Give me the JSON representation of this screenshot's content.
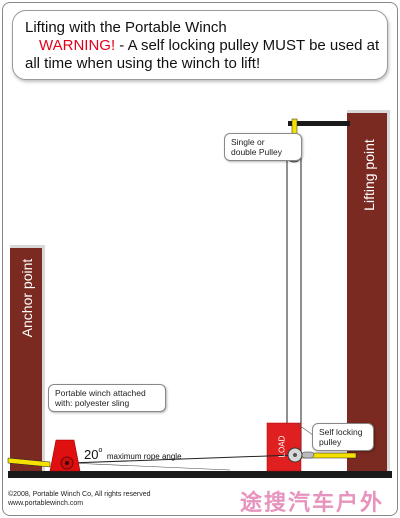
{
  "title": {
    "line1": "Lifting with the Portable Winch",
    "warning": "WARNING!",
    "line2_rest": " - A self locking pulley MUST be used at",
    "line3": "all time when using the winch to lift!"
  },
  "labels": {
    "anchor_point": "Anchor point",
    "lifting_point": "Lifting point",
    "pulley_note_1": "Single or",
    "pulley_note_2": "double Pulley",
    "winch_note_1": "Portable winch attached",
    "winch_note_2": "with: polyester sling",
    "self_locking_1": "Self locking",
    "self_locking_2": "pulley",
    "angle_value": "20",
    "angle_degree": "o",
    "angle_text": "maximum rope angle",
    "load": "LOAD"
  },
  "footer": {
    "copyright": "©2008, Portable Winch Co, All rights reserved",
    "website": "www.portablewinch.com"
  },
  "watermark": "途搜汽车户外",
  "colors": {
    "post": "#7a2a20",
    "load": "#e02020",
    "sling": "#f5e000",
    "warning": "#e3001b",
    "winch": "#e01010"
  }
}
